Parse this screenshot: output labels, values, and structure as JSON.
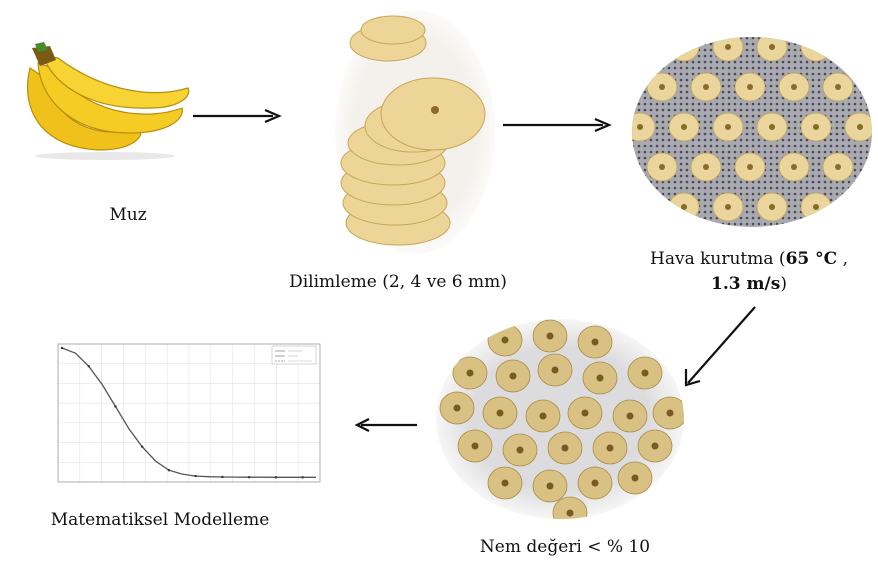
{
  "steps": {
    "banana": {
      "label": "Muz"
    },
    "slicing": {
      "label_main": "Dilimleme (2, 4 ve 6 mm)"
    },
    "drying": {
      "label_line1_prefix": "Hava kurutma (",
      "temp": "65 °C",
      "label_line1_suffix": " ,",
      "speed": "1.3 m/s",
      "label_line2_suffix": ")"
    },
    "moisture": {
      "label": "Nem değeri < % 10"
    },
    "modeling": {
      "label": "Matematiksel Modelleme"
    }
  },
  "colors": {
    "arrow": "#111111",
    "banana_yellow": "#f2c81c",
    "chip": "#e9d59a",
    "chip_center": "#8a6a2a",
    "tray": "#b9b9c0"
  },
  "chart_data": {
    "type": "line",
    "title": "",
    "xlabel": "",
    "ylabel": "",
    "series": [
      {
        "values": [
          1.0,
          0.96,
          0.86,
          0.72,
          0.55,
          0.38,
          0.24,
          0.13,
          0.06,
          0.03,
          0.015,
          0.01,
          0.008,
          0.007,
          0.006,
          0.006,
          0.005,
          0.005,
          0.005,
          0.005
        ]
      }
    ],
    "ylim": [
      0,
      1
    ],
    "grid": true
  }
}
